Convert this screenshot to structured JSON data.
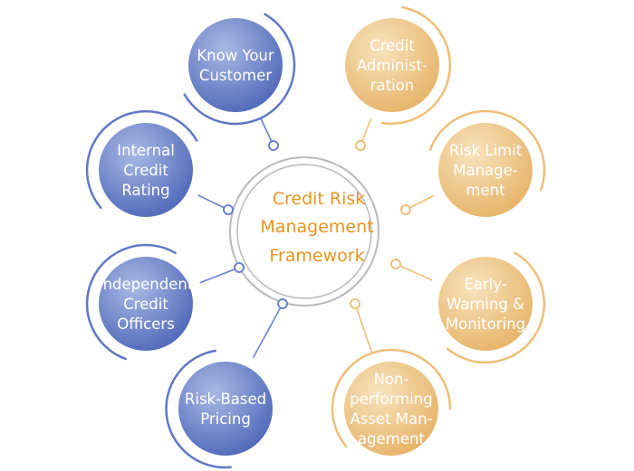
{
  "center": {
    "lines": [
      "Credit Risk",
      "Management",
      "Framework"
    ]
  },
  "nodes": [
    {
      "id": "know-your-customer",
      "side": "left",
      "lines": [
        "Know Your",
        "Customer"
      ]
    },
    {
      "id": "internal-credit-rating",
      "side": "left",
      "lines": [
        "Internal",
        "Credit",
        "Rating"
      ]
    },
    {
      "id": "independent-credit-officers",
      "side": "left",
      "lines": [
        "Independent",
        "Credit",
        "Officers"
      ]
    },
    {
      "id": "risk-based-pricing",
      "side": "left",
      "lines": [
        "Risk-Based",
        "Pricing"
      ]
    },
    {
      "id": "credit-administration",
      "side": "right",
      "lines": [
        "Credit",
        "Administ-",
        "ration"
      ]
    },
    {
      "id": "risk-limit-management",
      "side": "right",
      "lines": [
        "Risk Limit",
        "Manage-",
        "ment"
      ]
    },
    {
      "id": "early-warning-monitoring",
      "side": "right",
      "lines": [
        "Early-",
        "Warning &",
        "Monitoring"
      ]
    },
    {
      "id": "nonperforming-asset-management",
      "side": "right",
      "lines": [
        "Non-",
        "performing",
        "Asset Man-",
        "agement"
      ]
    }
  ],
  "colors": {
    "left_fill_light": "#a9b9e4",
    "left_fill_dark": "#4d66b8",
    "left_ring": "#5f79c6",
    "right_fill_light": "#f7e3bd",
    "right_fill_dark": "#e6b266",
    "right_ring": "#efbf78",
    "center_text": "#e8941e",
    "center_ring": "#b9b9b9",
    "connector_left": "#6a82cc",
    "connector_right": "#efbf78",
    "node_text": "#ffffff"
  }
}
